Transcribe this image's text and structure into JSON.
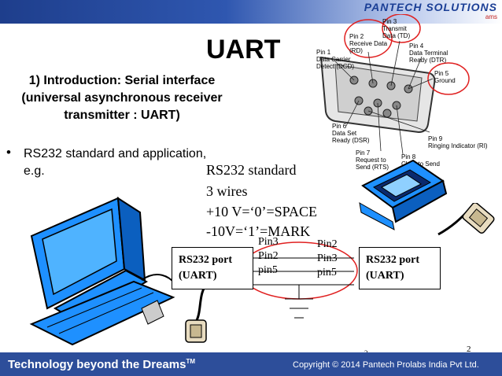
{
  "header": {
    "brand_name": "PANTECH SOLUTIONS",
    "brand_sub": "ams"
  },
  "slide": {
    "title": "UART",
    "intro": "1) Introduction: Serial interface (universal asynchronous receiver transmitter : UART)",
    "bullet": "RS232 standard and application, e.g.",
    "standard_lines": [
      "RS232 standard",
      "3 wires",
      "+10 V=‘0’=SPACE",
      "-10V=‘1’=MARK"
    ]
  },
  "connector": {
    "pins": [
      "Pin 1\nData Carrier\nDetect (DCD)",
      "Pin 2\nReceive Data\n(RD)",
      "Pin 3\nTransmit\nData (TD)",
      "Pin 4\nData Terminal\nReady (DTR)",
      "Pin 5\nGround",
      "Pin 6\nData Set\nReady (DSR)",
      "Pin 7\nRequest to\nSend (RTS)",
      "Pin 8\nClear to Send\n(CTS)",
      "Pin 9\nRinging Indicator (RI)"
    ]
  },
  "wiring": {
    "left_port": "RS232 port (UART)",
    "right_port": "RS232 port (UART)",
    "left_pins": [
      "Pin3",
      "Pin2",
      "pin5"
    ],
    "right_pins": [
      "Pin2",
      "Pin3",
      "pin5"
    ]
  },
  "footer": {
    "tagline": "Technology beyond the Dreams",
    "trademark": "TM",
    "copyright": "Copyright © 2014 Pantech Prolabs India Pvt Ltd.",
    "page_number": "2",
    "small_page_number": "2"
  },
  "colors": {
    "brand_blue": "#2d4e9a",
    "highlight_red": "#e02020",
    "monitor_blue": "#1e90ff"
  }
}
